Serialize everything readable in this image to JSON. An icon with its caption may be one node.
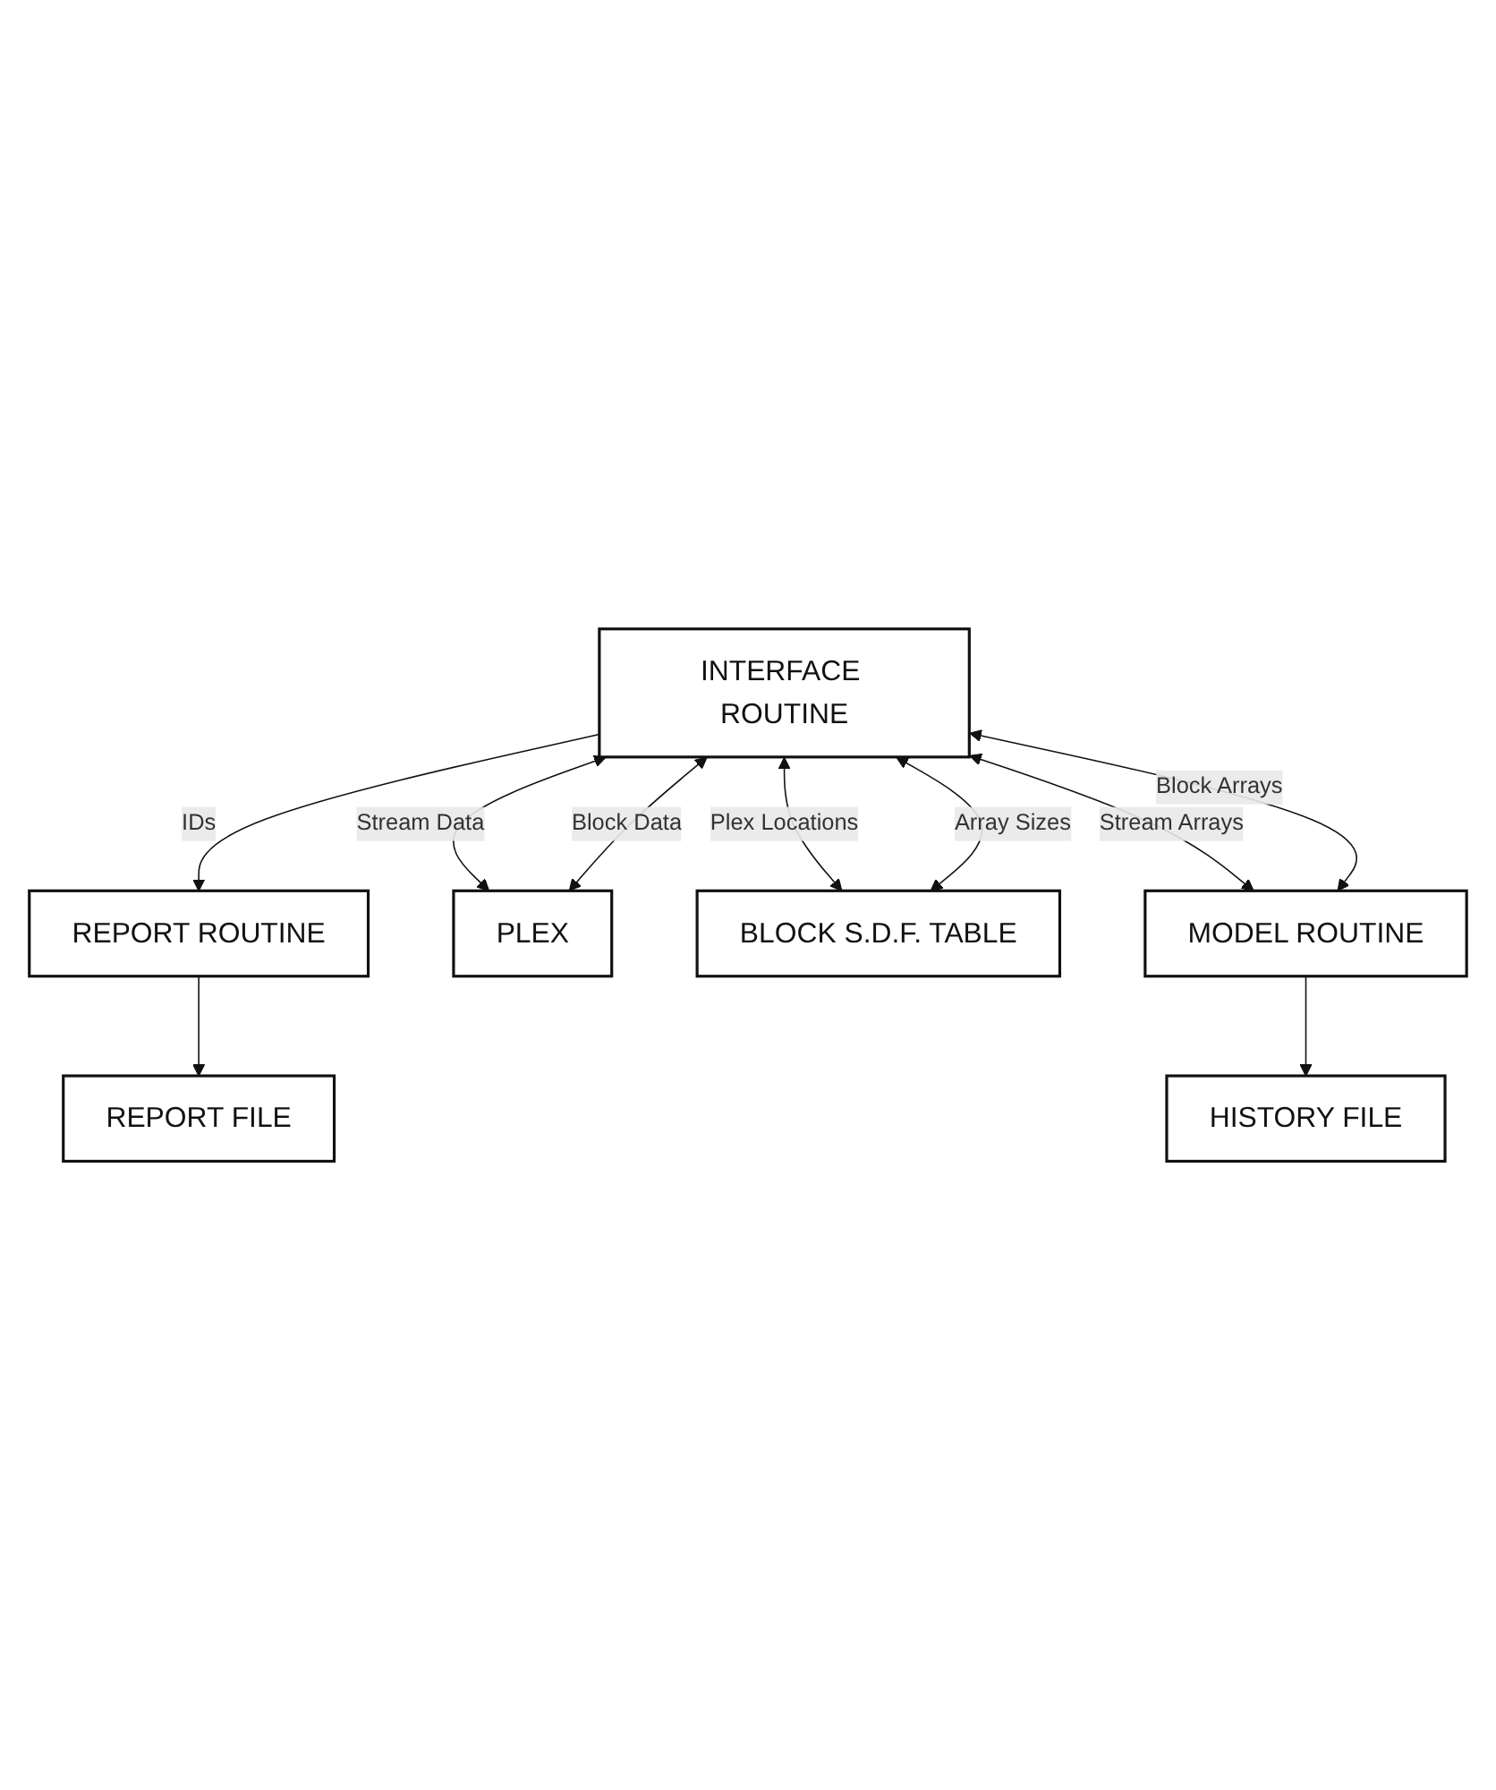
{
  "diagram": {
    "nodes": [
      {
        "text": [
          "REPORT FILE"
        ]
      },
      {
        "text": [
          "REPORT ROUTINE"
        ]
      },
      {
        "text": [
          "PLEX"
        ]
      },
      {
        "text": [
          "INTERFACE ROUTINE"
        ]
      },
      {
        "text": [
          "BLOCK S.D.F. TABLE"
        ]
      },
      {
        "text": [
          "MODEL ROUTINE"
        ]
      },
      {
        "text": [
          "HISTORY FILE"
        ]
      }
    ],
    "edges": [
      {
        "from": 1,
        "to": 0,
        "arrow": "to"
      },
      {
        "from": 3,
        "to": 1,
        "arrow": "to",
        "label": "IDs"
      },
      {
        "from": 3,
        "to": 2,
        "arrow": "both",
        "label": "Stream Data"
      },
      {
        "from": 3,
        "to": 2,
        "arrow": "both",
        "label": "Block Data"
      },
      {
        "from": 3,
        "to": 4,
        "arrow": "both",
        "label": "Plex Locations"
      },
      {
        "from": 3,
        "to": 4,
        "arrow": "both",
        "label": "Array Sizes"
      },
      {
        "from": 3,
        "to": 5,
        "arrow": "both",
        "label": "Stream Arrays"
      },
      {
        "from": 3,
        "to": 5,
        "arrow": "both",
        "label": "Block Arrays"
      },
      {
        "from": 5,
        "to": 6,
        "arrow": "to"
      }
    ]
  }
}
